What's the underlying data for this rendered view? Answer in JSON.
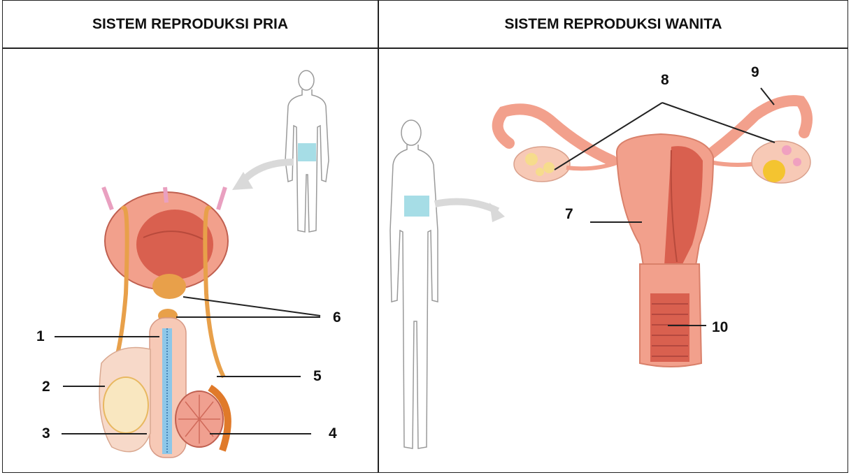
{
  "table": {
    "male_header": "SISTEM REPRODUKSI PRIA",
    "female_header": "SISTEM REPRODUKSI WANITA"
  },
  "male_diagram": {
    "labels": [
      "1",
      "2",
      "3",
      "4",
      "5",
      "6"
    ]
  },
  "female_diagram": {
    "labels": [
      "7",
      "8",
      "9",
      "10"
    ]
  },
  "colors": {
    "outline": "#222222",
    "tissue_pink": "#f2a08c",
    "tissue_dark": "#d9604f",
    "vessel_orange": "#e8a04a",
    "highlight_box": "#a6dde6"
  }
}
